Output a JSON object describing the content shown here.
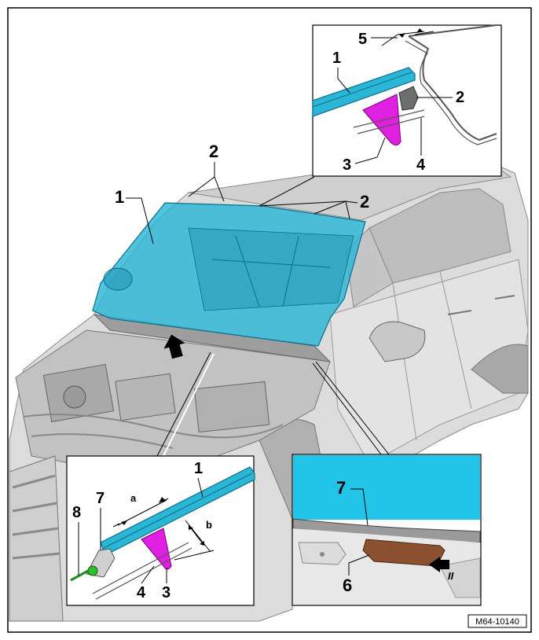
{
  "figure": {
    "reference_code": "M64-10140",
    "main_labels": {
      "windshield": "1",
      "edge_top_left": "2",
      "edge_top_right": "2"
    },
    "inset_top": {
      "label_1": "1",
      "label_2": "2",
      "label_3": "3",
      "label_4": "4",
      "label_5": "5"
    },
    "inset_bottom_left": {
      "label_1": "1",
      "label_3": "3",
      "label_4": "4",
      "label_7": "7",
      "label_8": "8",
      "dim_a": "a",
      "dim_b": "b"
    },
    "inset_bottom_right": {
      "label_6": "6",
      "label_7": "7",
      "view_marker": "II"
    },
    "colors": {
      "glass": "#2bb6d6",
      "glass_light": "#22c4e8",
      "adhesive": "#e020e0",
      "seal": "#8a5030",
      "car_body": "#d8d8d8",
      "car_shade": "#b4b4b4",
      "outline": "#000000"
    }
  }
}
